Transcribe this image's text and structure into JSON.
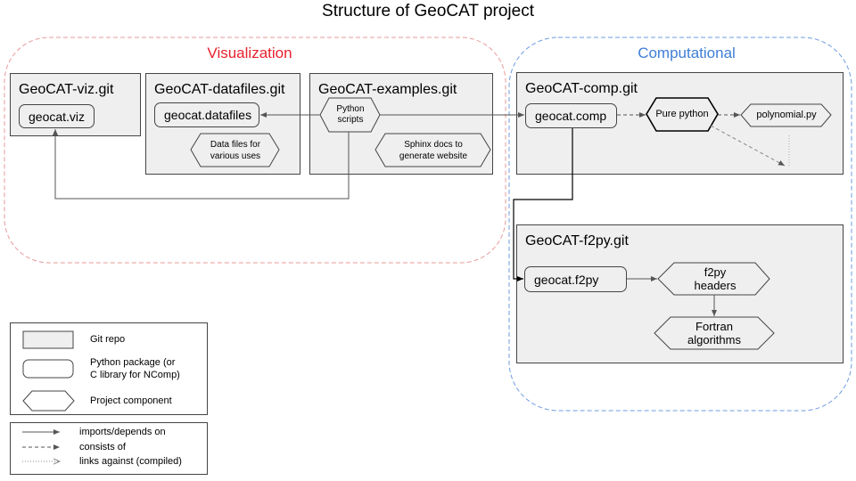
{
  "title": "Structure of GeoCAT project",
  "groups": {
    "visualization": "Visualization",
    "computational": "Computational"
  },
  "repos": {
    "viz": "GeoCAT-viz.git",
    "datafiles": "GeoCAT-datafiles.git",
    "examples": "GeoCAT-examples.git",
    "comp": "GeoCAT-comp.git",
    "f2py": "GeoCAT-f2py.git"
  },
  "packages": {
    "viz": "geocat.viz",
    "datafiles": "geocat.datafiles",
    "comp": "geocat.comp",
    "f2py": "geocat.f2py"
  },
  "components": {
    "python_scripts_1": "Python",
    "python_scripts_2": "scripts",
    "data_files_1": "Data files for",
    "data_files_2": "various uses",
    "sphinx_1": "Sphinx docs to",
    "sphinx_2": "generate website",
    "pure_python": "Pure python",
    "polynomial": "polynomial.py",
    "f2py_headers_1": "f2py",
    "f2py_headers_2": "headers",
    "fortran_1": "Fortran",
    "fortran_2": "algorithms"
  },
  "legend": {
    "git_repo": "Git repo",
    "python_package_1": "Python package (or",
    "python_package_2": "C library for NComp)",
    "project_component": "Project component",
    "imports": "imports/depends on",
    "consists": "consists of",
    "links": "links against (compiled)"
  },
  "colors": {
    "visualization_border": "#e89a9a",
    "visualization_label": "#e8212e",
    "computational_border": "#6e9be0",
    "computational_label": "#3f7fd6",
    "box_fill": "#efefef"
  }
}
